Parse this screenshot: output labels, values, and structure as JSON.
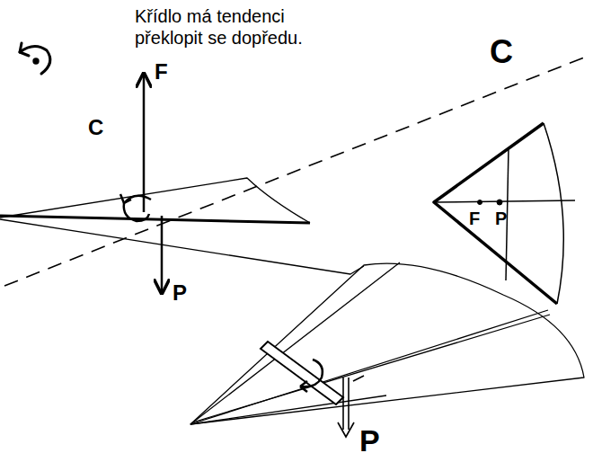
{
  "diagram": {
    "labels": [
      "Křídlo má tendenci překlopit se dopředu.",
      "C",
      "F",
      "C",
      "P",
      "F",
      "P",
      "P"
    ]
  }
}
